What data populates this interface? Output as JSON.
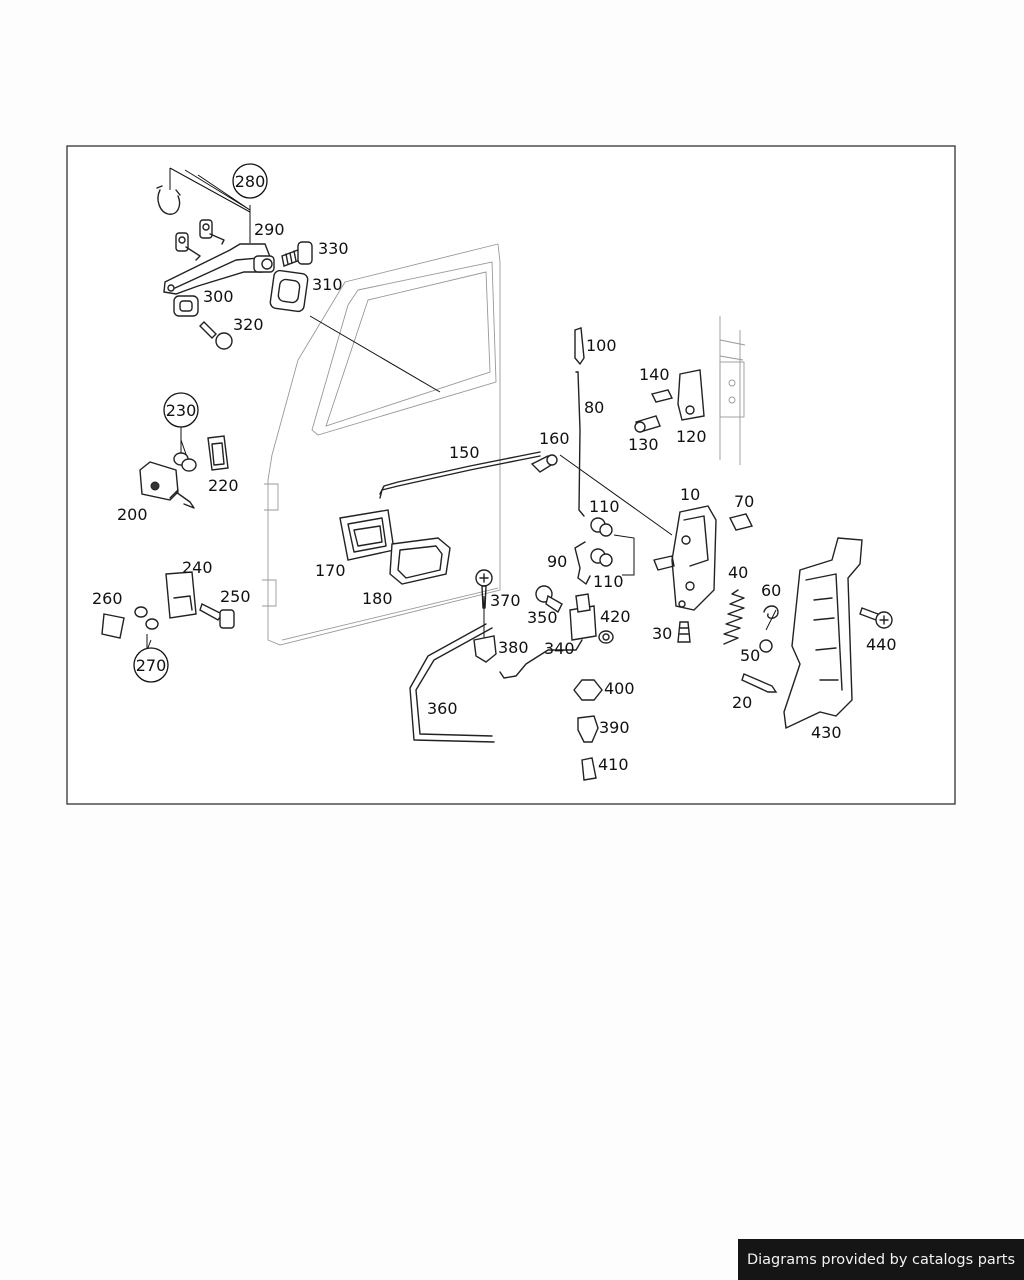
{
  "diagram": {
    "callouts": [
      "10",
      "20",
      "30",
      "40",
      "50",
      "60",
      "70",
      "80",
      "90",
      "100",
      "110",
      "110",
      "120",
      "130",
      "140",
      "150",
      "160",
      "170",
      "180",
      "200",
      "220",
      "240",
      "250",
      "260",
      "300",
      "310",
      "320",
      "330",
      "340",
      "350",
      "360",
      "370",
      "380",
      "390",
      "400",
      "410",
      "420",
      "430",
      "440"
    ],
    "circled_callouts": [
      "280",
      "230",
      "270"
    ],
    "label_290": "290"
  },
  "footer": {
    "text": "Diagrams provided by catalogs parts"
  }
}
